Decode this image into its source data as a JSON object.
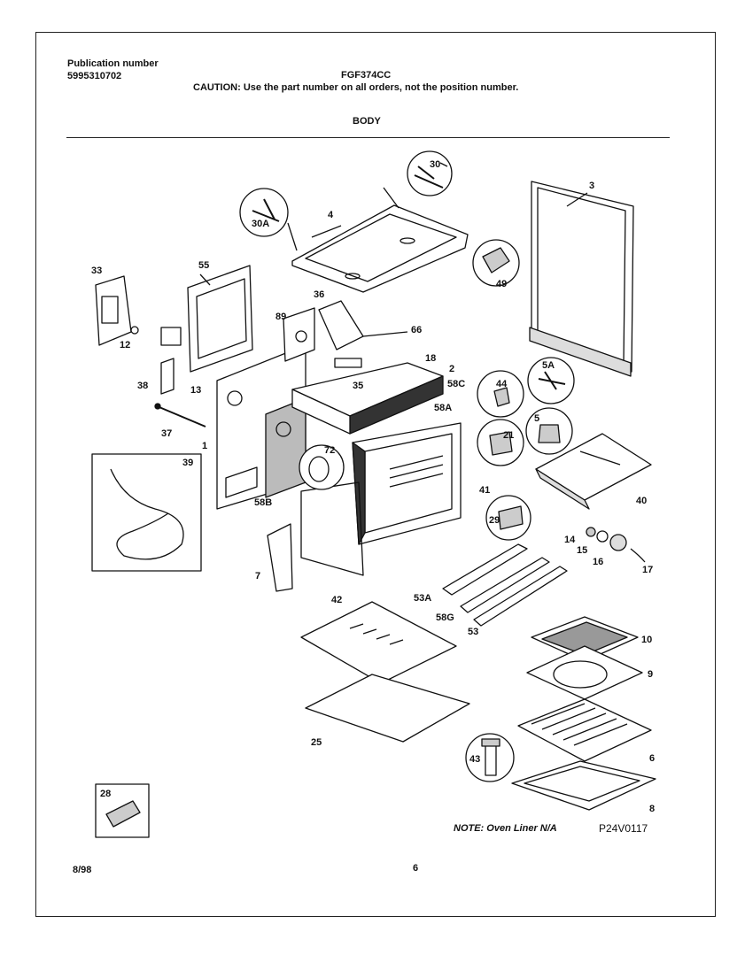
{
  "header": {
    "publication_label": "Publication number",
    "publication_number": "5995310702",
    "model": "FGF374CC",
    "caution": "CAUTION:  Use the part number on all orders, not the position number.",
    "section": "BODY"
  },
  "diagram": {
    "labels": {
      "p3": "3",
      "p4": "4",
      "p30": "30",
      "p30A": "30A",
      "p49": "49",
      "p33": "33",
      "p55": "55",
      "p12": "12",
      "p38": "38",
      "p13": "13",
      "p36": "36",
      "p89": "89",
      "p66": "66",
      "p18": "18",
      "p2": "2",
      "p58C": "58C",
      "p35": "35",
      "p5A": "5A",
      "p44": "44",
      "p5": "5",
      "p58A": "58A",
      "p37": "37",
      "p1": "1",
      "p21": "21",
      "p72": "72",
      "p39": "39",
      "p58B": "58B",
      "p41": "41",
      "p29": "29",
      "p40": "40",
      "p14": "14",
      "p15": "15",
      "p16": "16",
      "p17": "17",
      "p7": "7",
      "p53A": "53A",
      "p58G": "58G",
      "p53": "53",
      "p42": "42",
      "p10": "10",
      "p9": "9",
      "p25": "25",
      "p6": "6",
      "p43": "43",
      "p8": "8",
      "p28": "28"
    }
  },
  "footer": {
    "note": "NOTE: Oven Liner N/A",
    "code": "P24V0117",
    "date": "8/98",
    "page": "6"
  }
}
